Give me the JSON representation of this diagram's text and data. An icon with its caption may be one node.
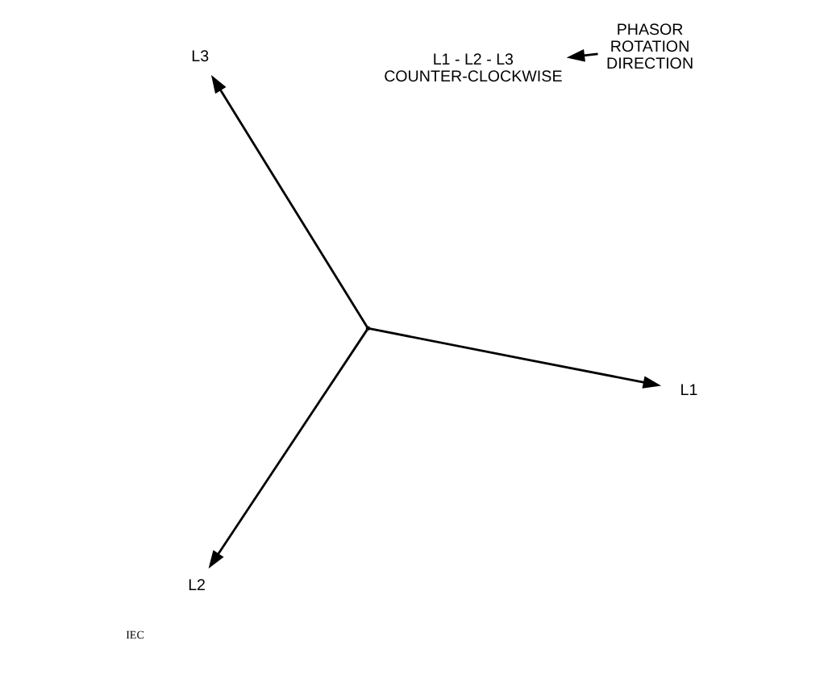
{
  "diagram": {
    "nodes": [
      {
        "text": [],
        "shape": "point"
      },
      {
        "text": [
          "L1"
        ]
      },
      {
        "text": [
          "L2"
        ]
      },
      {
        "text": [
          "L3"
        ]
      }
    ],
    "edges": [
      {
        "from": 0,
        "to": 1,
        "arrow": "to"
      },
      {
        "from": 0,
        "to": 2,
        "arrow": "to"
      },
      {
        "from": 0,
        "to": 3,
        "arrow": "to"
      }
    ],
    "labels": [
      "PHASOR ROTATION DIRECTION",
      "L1 - L2 - L3 COUNTER-CLOCKWISE",
      "IEC"
    ]
  }
}
